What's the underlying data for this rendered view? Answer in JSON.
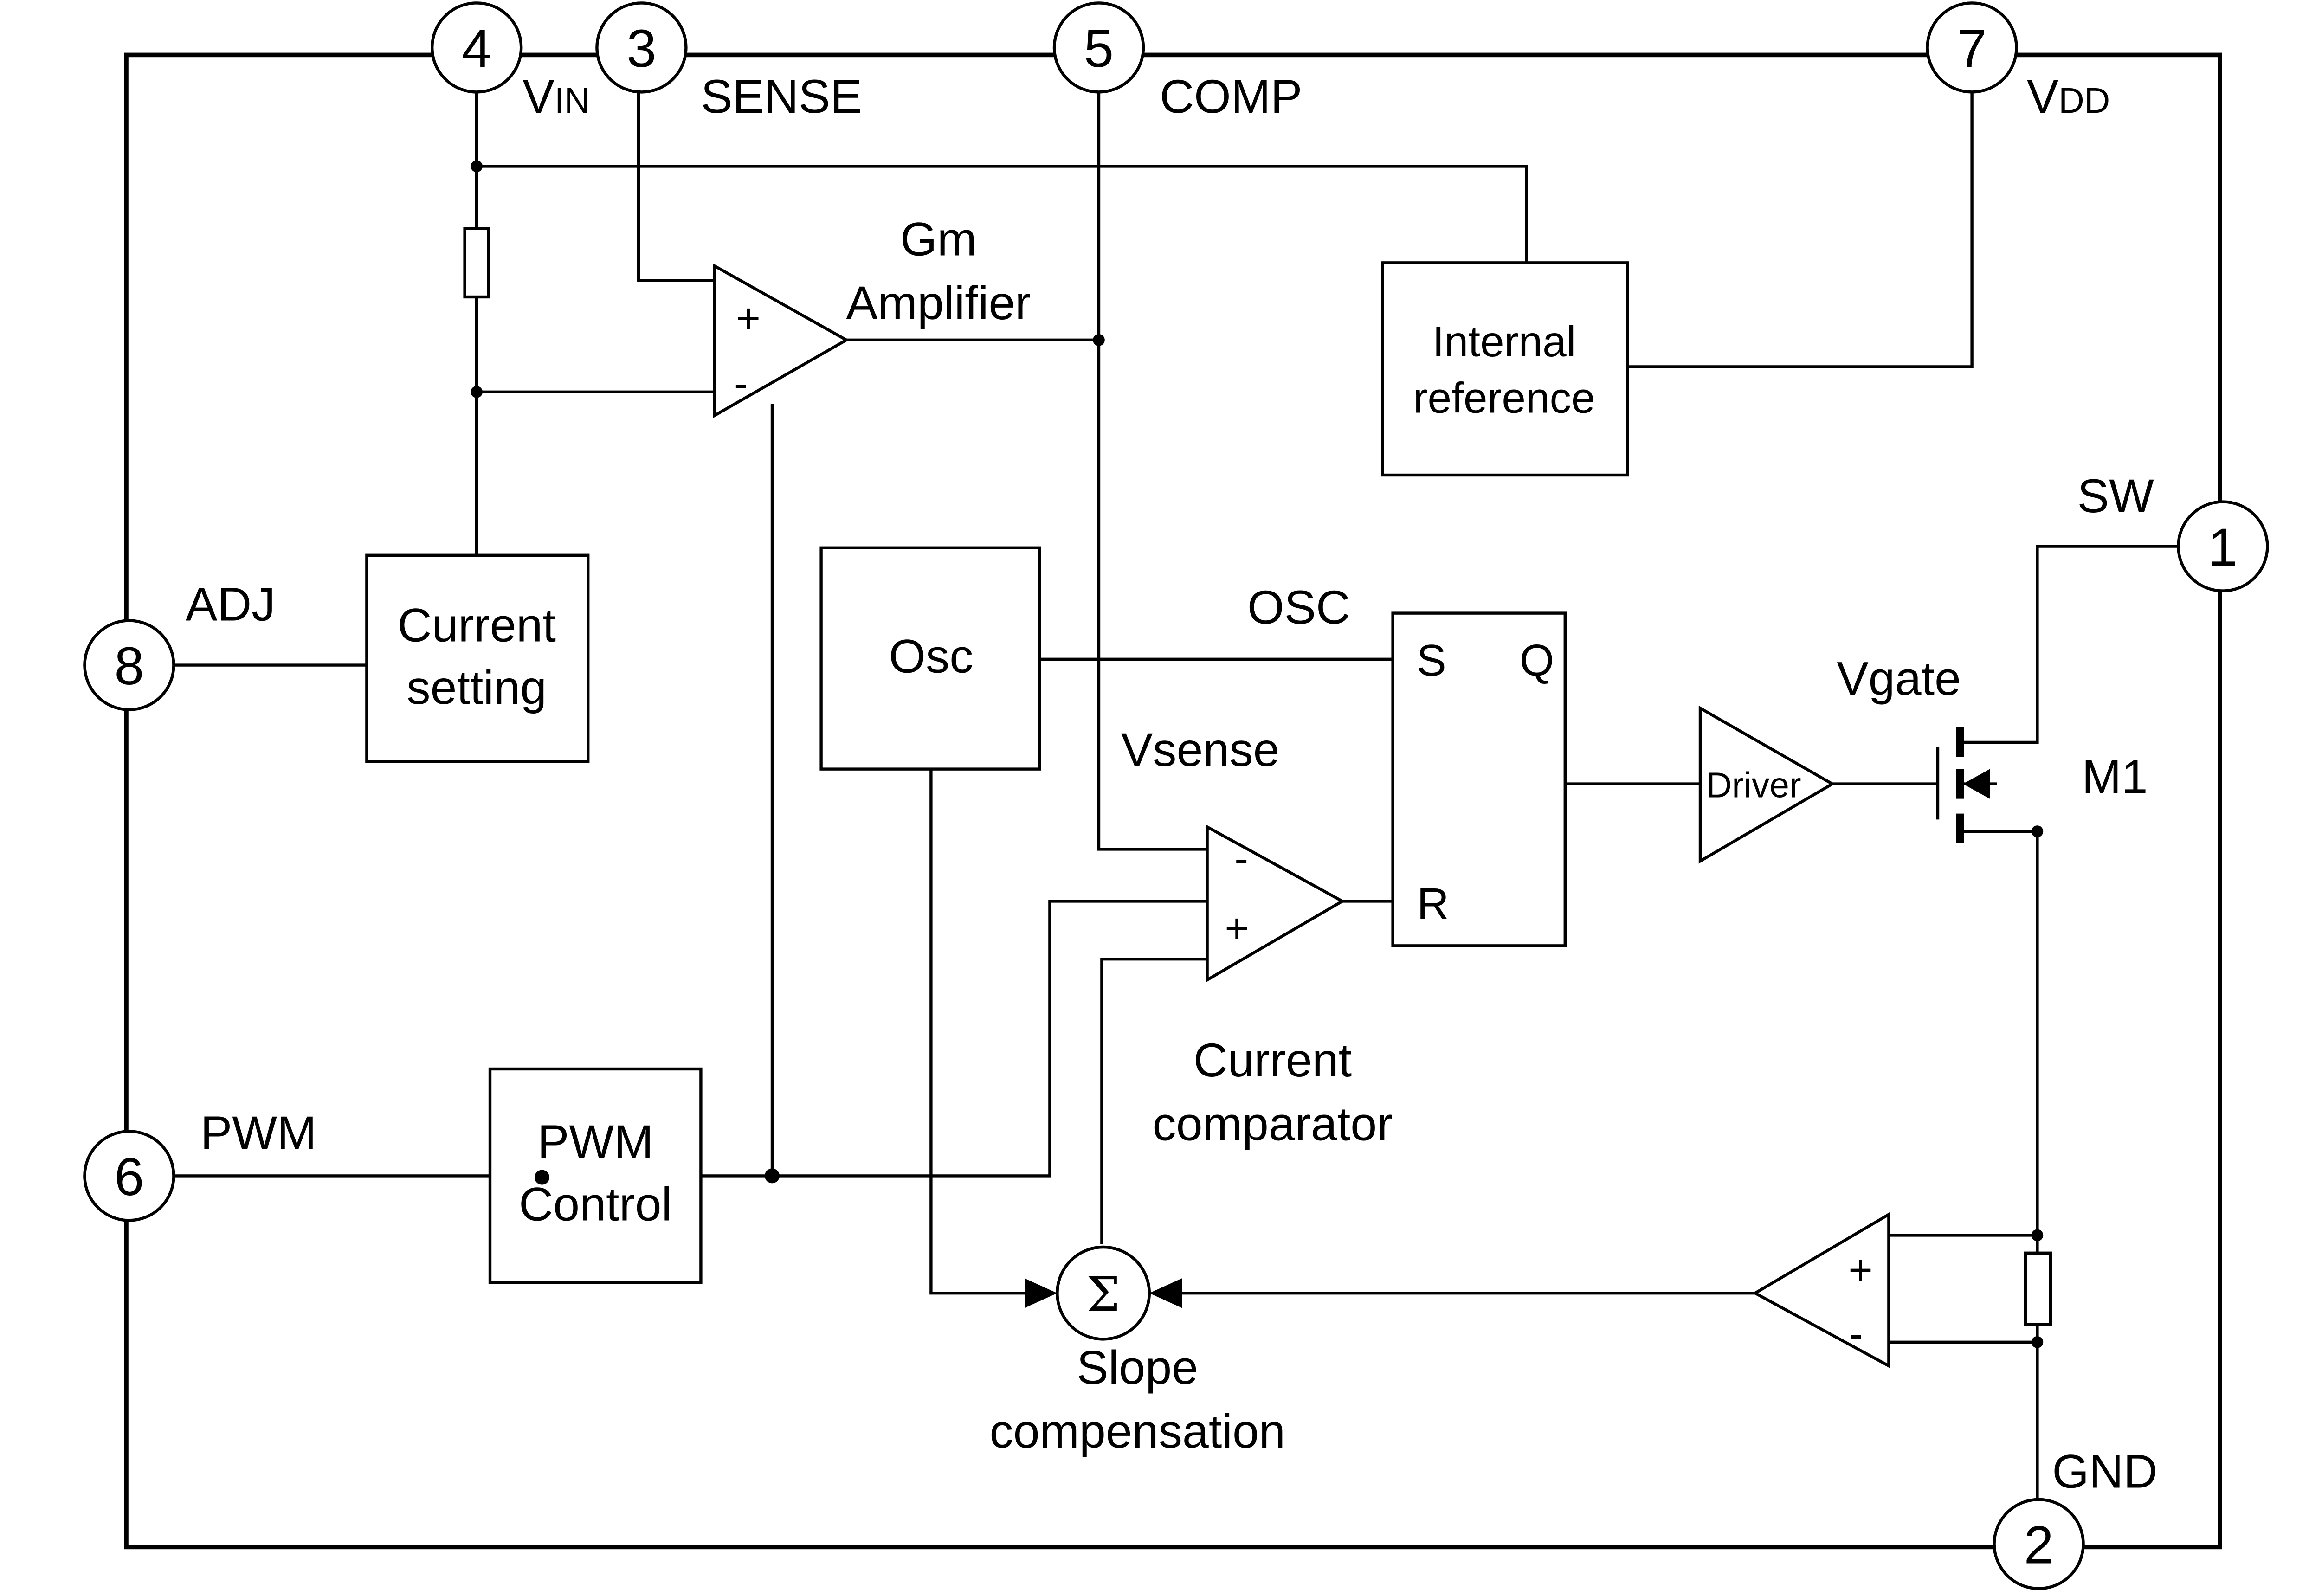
{
  "pins": {
    "p1": "1",
    "p2": "2",
    "p3": "3",
    "p4": "4",
    "p5": "5",
    "p6": "6",
    "p7": "7",
    "p8": "8"
  },
  "labels": {
    "vin": "V",
    "vin_sub": "IN",
    "vdd": "V",
    "vdd_sub": "DD",
    "sense": "SENSE",
    "comp": "COMP",
    "sw": "SW",
    "adj": "ADJ",
    "pwm": "PWM",
    "gnd": "GND",
    "osc": "OSC",
    "vsense": "Vsense",
    "vgate": "Vgate",
    "m1": "M1",
    "gm_line1": "Gm",
    "gm_line2": "Amplifier",
    "cc_line1": "Current",
    "cc_line2": "comparator",
    "slope_line1": "Slope",
    "slope_line2": "compensation"
  },
  "blocks": {
    "internal_ref_line1": "Internal",
    "internal_ref_line2": "reference",
    "current_setting_line1": "Current",
    "current_setting_line2": "setting",
    "osc_block": "Osc",
    "pwm_control_line1": "PWM",
    "pwm_control_line2": "Control",
    "driver": "Driver",
    "sr_s": "S",
    "sr_q": "Q",
    "sr_r": "R"
  },
  "symbols": {
    "plus": "+",
    "minus": "-",
    "sigma": "Σ"
  }
}
